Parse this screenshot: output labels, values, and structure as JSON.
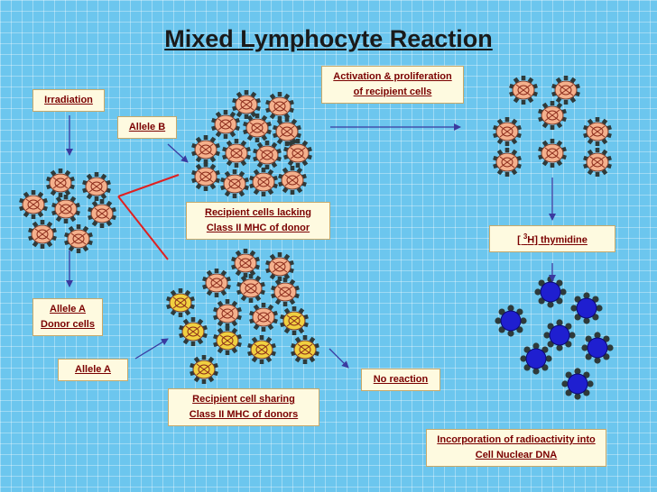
{
  "title": "Mixed Lymphocyte Reaction",
  "labels": {
    "irradiation": "Irradiation",
    "allele_b": "Allele B",
    "allele_a_donor_line1": "Allele A",
    "allele_a_donor_line2": "Donor cells",
    "allele_a": "Allele A",
    "activation_line1": "Activation & proliferation",
    "activation_line2": "of recipient cells",
    "lacking_line1": "Recipient cells lacking",
    "lacking_line2": "Class II MHC of donor",
    "sharing_line1": "Recipient cell sharing",
    "sharing_line2": "Class II MHC of donors",
    "no_reaction": "No reaction",
    "thymidine_prefix": "[ ",
    "thymidine_sup": "3",
    "thymidine_rest": "H] thymidine",
    "incorporation_line1": "Incorporation of radioactivity into",
    "incorporation_line2": "Cell Nuclear DNA"
  },
  "colors": {
    "background": "#6cc6ee",
    "label_text": "#7a0000",
    "label_fill": "#fefae0",
    "arrow": "#3a3aa0",
    "red_line": "#e02020",
    "cell_salmon": "#f4b08c",
    "cell_yellow": "#f0d040",
    "cell_blue": "#1f1fd0",
    "cell_spike": "#2e3a3a"
  }
}
